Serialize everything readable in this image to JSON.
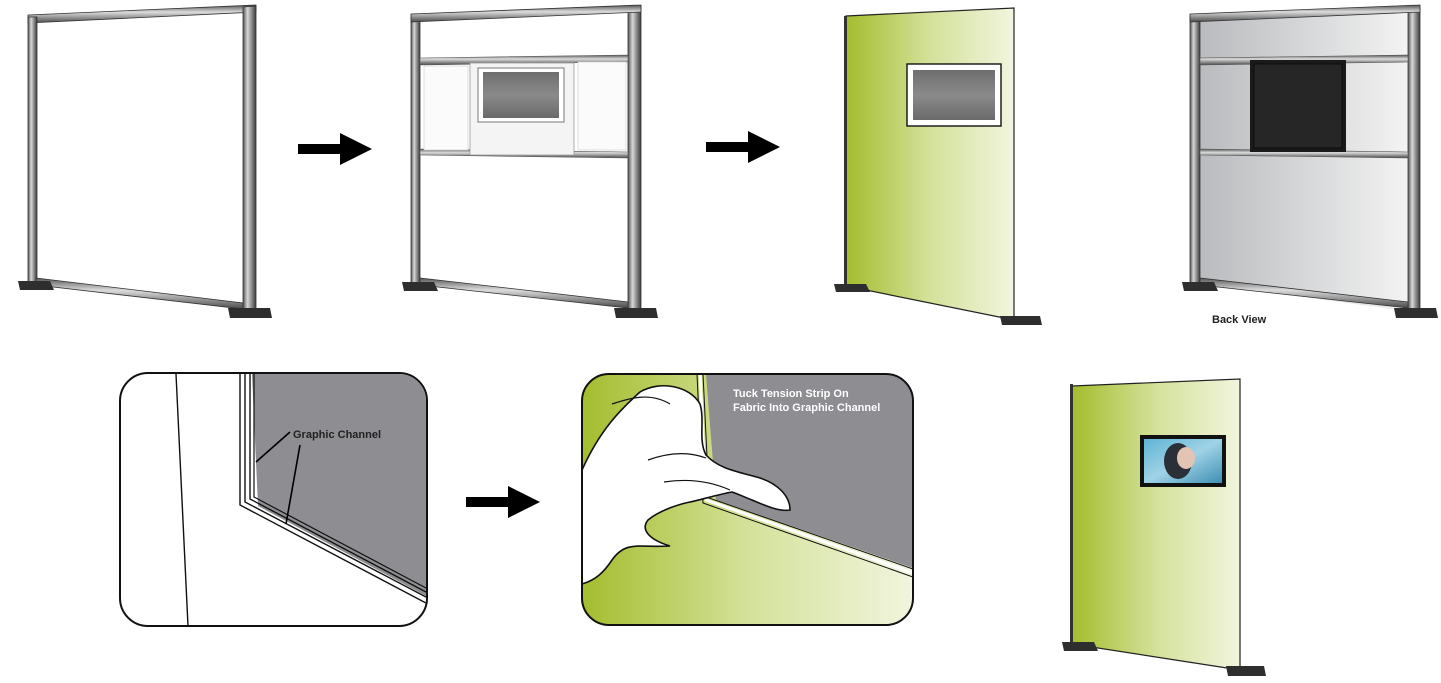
{
  "labels": {
    "back_view": "Back View",
    "graphic_channel": "Graphic Channel",
    "tuck_line1": "Tuck Tension Strip On",
    "tuck_line2": "Fabric Into Graphic Channel"
  },
  "colors": {
    "green": "#a9c23a",
    "green_light": "#eef3d6",
    "frame": "#8a8a8a",
    "screen": "#7d7d7d",
    "panel_grey": "#8c8c90",
    "arrow": "#000000"
  },
  "icons": {
    "arrow": "right-arrow-icon",
    "hand": "hand-icon"
  }
}
